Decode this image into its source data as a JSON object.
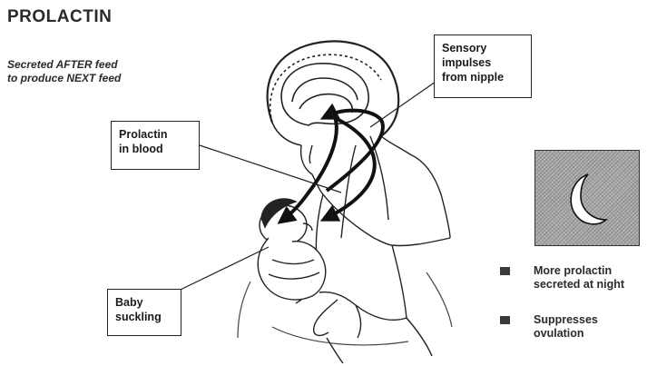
{
  "title": "PROLACTIN",
  "subtitle": [
    "Secreted AFTER feed",
    "to produce NEXT feed"
  ],
  "labels": {
    "sensory": [
      "Sensory",
      "impulses",
      "from nipple"
    ],
    "prolactin_blood": [
      "Prolactin",
      "in blood"
    ],
    "baby": [
      "Baby",
      "suckling"
    ]
  },
  "bullets": [
    [
      "More prolactin",
      "secreted at night"
    ],
    [
      "Suppresses",
      "ovulation"
    ]
  ],
  "icons": {
    "night_panel": "crescent-moon-icon",
    "bullet": "square-bullet-icon"
  }
}
